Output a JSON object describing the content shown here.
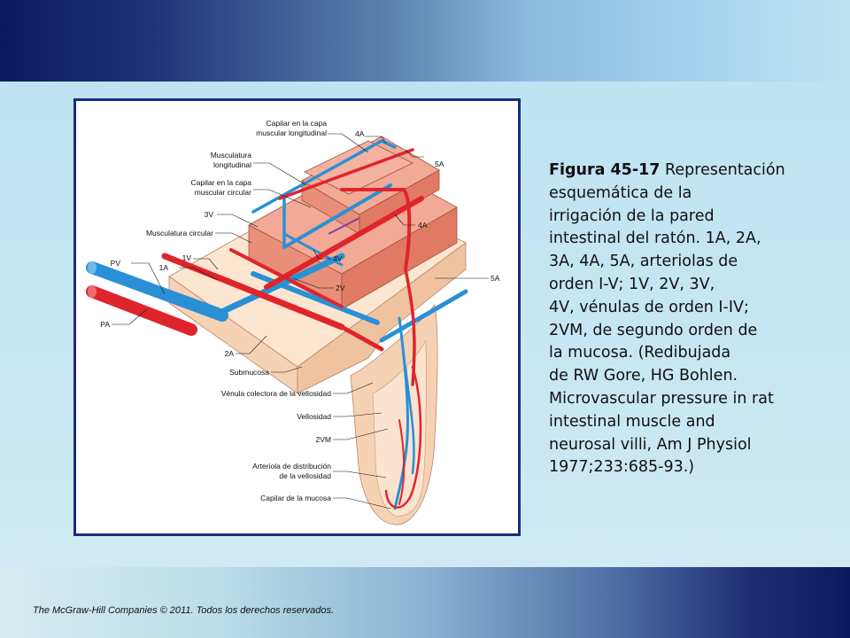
{
  "caption": {
    "title": "Figura 45-17",
    "text": " Representación\nesquemática de la\nirrigación de la pared\nintestinal del ratón. 1A, 2A,\n3A, 4A, 5A, arteriolas de\norden I-V; 1V, 2V, 3V,\n4V, vénulas de orden I-IV;\n2VM, de segundo orden de\nla mucosa. (Redibujada\nde RW Gore, HG Bohlen.\nMicrovascular pressure in rat\nintestinal muscle and\nneurosal villi, Am J Physiol\n1977;233:685-93.)"
  },
  "footer": "The McGraw-Hill Companies © 2011. Todos los derechos reservados.",
  "figure": {
    "labels": {
      "capilar_long_1": "Capilar en la capa",
      "capilar_long_2": "muscular longitudinal",
      "a4_top": "4A",
      "a5_top": "5A",
      "musc_long_1": "Musculatura",
      "musc_long_2": "longitudinal",
      "capilar_circ_1": "Capilar en la capa",
      "capilar_circ_2": "muscular circular",
      "v3": "3V",
      "a4_mid": "4A",
      "musc_circ": "Musculatura circular",
      "v1": "1V",
      "pv": "PV",
      "a1": "1A",
      "v4": "4V",
      "a5_right": "5A",
      "v2": "2V",
      "pa": "PA",
      "a2": "2A",
      "submucosa": "Submucosa",
      "venula": "Vénula colectora de la vellosidad",
      "vellosidad": "Vellosidad",
      "vm2": "2VM",
      "arteriola_1": "Arteriola de distribución",
      "arteriola_2": "de la vellosidad",
      "capilar_mucosa": "Capilar de la mucosa"
    }
  },
  "colors": {
    "artery": "#e0242c",
    "vein": "#2a90d6",
    "muscle_dark": "#e7806a",
    "muscle_light": "#f2a995",
    "submucosa": "#fde6cf",
    "frame": "#1b2c7a"
  }
}
